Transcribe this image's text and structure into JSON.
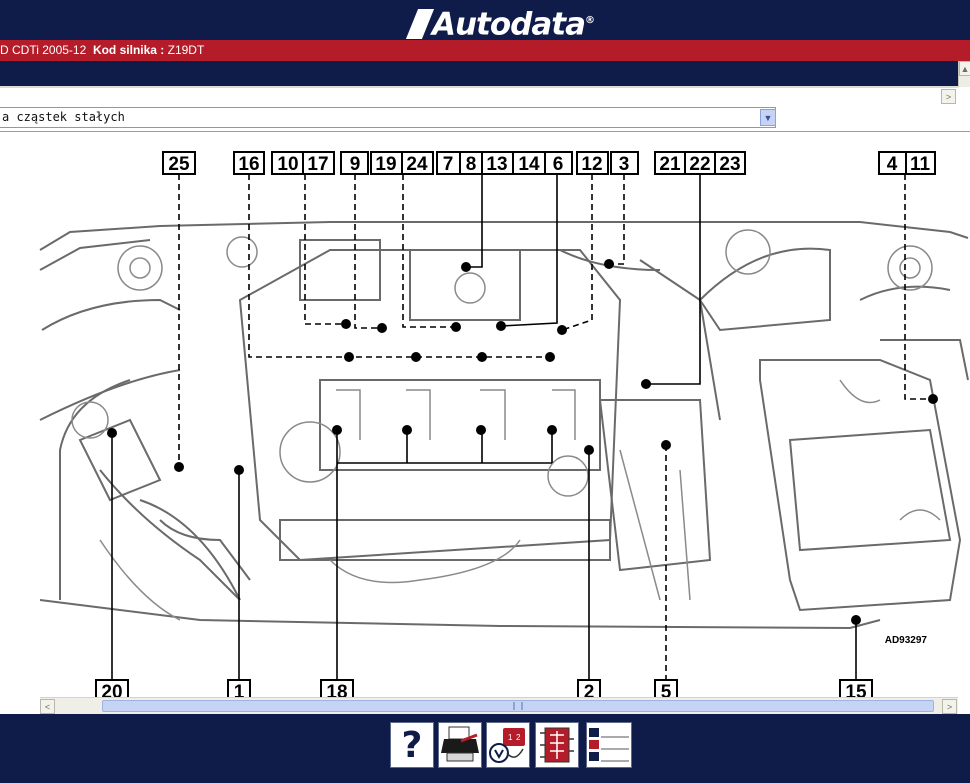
{
  "header": {
    "brand": "Autodata",
    "trademark": "®"
  },
  "vehicle_bar": {
    "model": "D CDTi 2005-12",
    "engine_code_label": "Kod silnika :",
    "engine_code": "Z19DT"
  },
  "selector": {
    "value": "a cząstek stałych"
  },
  "diagram": {
    "reference": "AD93297",
    "top_callouts": [
      "25",
      "16",
      "10",
      "17",
      "9",
      "19",
      "24",
      "7",
      "8",
      "13",
      "14",
      "6",
      "12",
      "3",
      "21",
      "22",
      "23",
      "4",
      "11"
    ],
    "bottom_callouts": [
      "20",
      "1",
      "18",
      "2",
      "5",
      "15"
    ]
  },
  "toolbar": {
    "help_label": "?",
    "wiring_labels": [
      "1",
      "2"
    ]
  },
  "colors": {
    "navy": "#0f1c4a",
    "red": "#b51c2a",
    "scroll": "#c5d3f5"
  }
}
